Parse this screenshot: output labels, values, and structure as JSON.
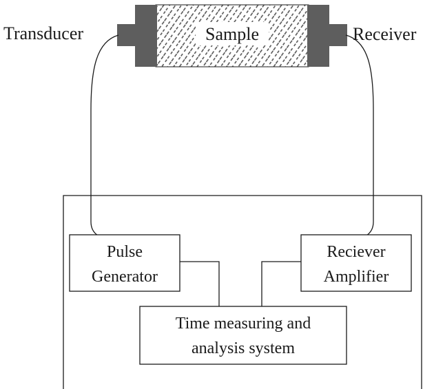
{
  "labels": {
    "transducer": "Transducer",
    "sample": "Sample",
    "receiver": "Receiver"
  },
  "boxes": {
    "pulse_generator": [
      "Pulse",
      "Generator"
    ],
    "receiver_amplifier": [
      "Reciever",
      "Amplifier"
    ],
    "time_measuring": [
      "Time measuring and",
      "analysis system"
    ]
  },
  "colors": {
    "transducer_block": "#5e5e5e",
    "line": "#1a1a1a",
    "hatch": "#4a4a4a"
  }
}
